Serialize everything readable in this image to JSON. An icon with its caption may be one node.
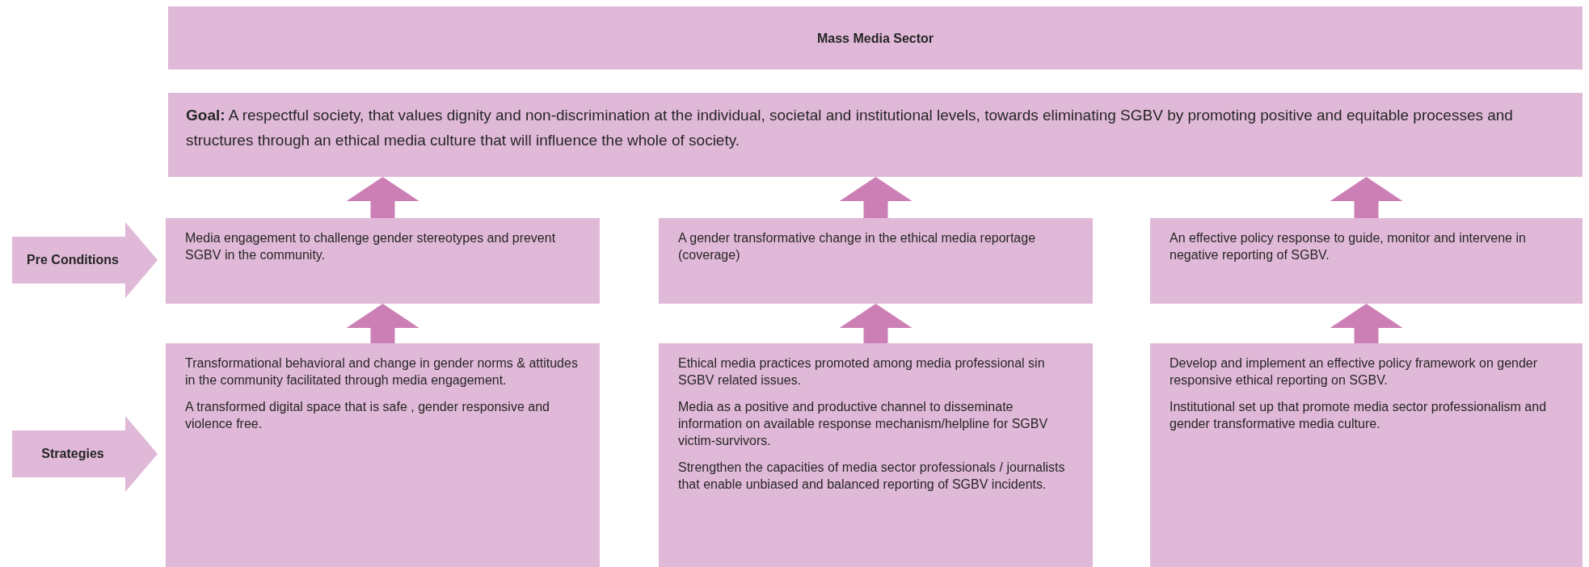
{
  "diagram": {
    "nodes": [
      {
        "text": [
          "Mass Media Sector"
        ]
      },
      {
        "text": [
          "**Goal:** A respectful society, that values dignity and non-discrimination at the individual, societal and institutional levels, towards eliminating  SGBV by promoting positive and equitable processes and structures through an ethical media culture that will influence the whole of society."
        ]
      },
      {
        "text": [
          "Pre Conditions"
        ]
      },
      {
        "text": [
          "Media engagement to challenge gender stereotypes and prevent SGBV in the community."
        ]
      },
      {
        "text": [
          "A gender transformative change in the ethical media reportage (coverage)"
        ]
      },
      {
        "text": [
          "An effective policy response to guide, monitor  and intervene in negative  reporting of  SGBV."
        ]
      },
      {
        "text": [
          "Strategies"
        ]
      },
      {
        "text": [
          "Transformational behavioral and change in gender norms & attitudes in the community facilitated through  media engagement.",
          "A transformed digital space that is safe , gender responsive and violence free."
        ]
      },
      {
        "text": [
          "Ethical media practices promoted among media professional sin SGBV related issues.",
          "Media as a positive and productive channel to disseminate information on available response mechanism/helpline for SGBV victim-survivors.",
          "Strengthen the capacities of media sector professionals / journalists that enable unbiased and balanced reporting of SGBV incidents."
        ]
      },
      {
        "text": [
          "Develop and implement an effective policy framework on gender responsive ethical reporting on SGBV.",
          "Institutional set up that promote media sector professionalism and gender transformative media culture."
        ]
      }
    ],
    "edges": [
      {
        "from": 3,
        "to": 1,
        "arrow": "to"
      },
      {
        "from": 4,
        "to": 1,
        "arrow": "to"
      },
      {
        "from": 5,
        "to": 1,
        "arrow": "to"
      },
      {
        "from": 7,
        "to": 3,
        "arrow": "to"
      },
      {
        "from": 8,
        "to": 4,
        "arrow": "to"
      },
      {
        "from": 9,
        "to": 5,
        "arrow": "to"
      }
    ]
  }
}
